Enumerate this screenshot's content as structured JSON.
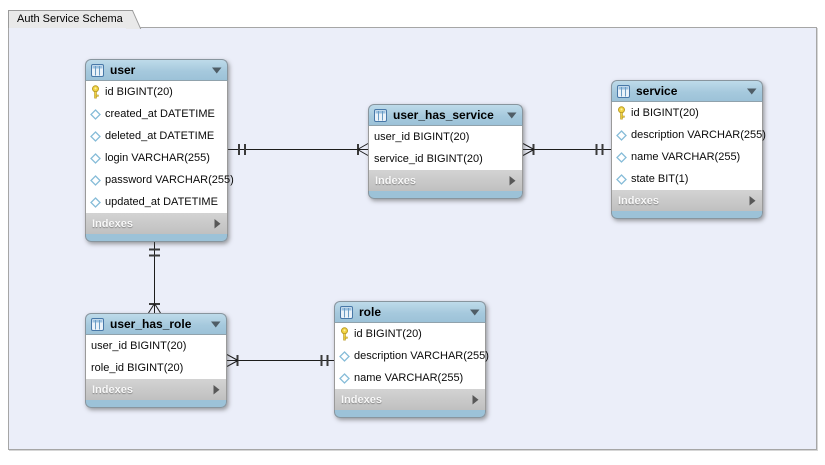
{
  "tab": {
    "label": "Auth Service Schema"
  },
  "tables": [
    {
      "name": "user",
      "columns": [
        {
          "icon": "primary-key",
          "text": "id BIGINT(20)"
        },
        {
          "icon": "column",
          "text": "created_at DATETIME"
        },
        {
          "icon": "column",
          "text": "deleted_at DATETIME"
        },
        {
          "icon": "column",
          "text": "login VARCHAR(255)"
        },
        {
          "icon": "column",
          "text": "password VARCHAR(255)"
        },
        {
          "icon": "column",
          "text": "updated_at DATETIME"
        }
      ],
      "indexes_label": "Indexes"
    },
    {
      "name": "user_has_service",
      "columns": [
        {
          "icon": "none",
          "text": "user_id BIGINT(20)"
        },
        {
          "icon": "none",
          "text": "service_id BIGINT(20)"
        }
      ],
      "indexes_label": "Indexes"
    },
    {
      "name": "service",
      "columns": [
        {
          "icon": "primary-key",
          "text": "id BIGINT(20)"
        },
        {
          "icon": "column",
          "text": "description VARCHAR(255)"
        },
        {
          "icon": "column",
          "text": "name VARCHAR(255)"
        },
        {
          "icon": "column",
          "text": "state BIT(1)"
        }
      ],
      "indexes_label": "Indexes"
    },
    {
      "name": "user_has_role",
      "columns": [
        {
          "icon": "none",
          "text": "user_id BIGINT(20)"
        },
        {
          "icon": "none",
          "text": "role_id BIGINT(20)"
        }
      ],
      "indexes_label": "Indexes"
    },
    {
      "name": "role",
      "columns": [
        {
          "icon": "primary-key",
          "text": "id BIGINT(20)"
        },
        {
          "icon": "column",
          "text": "description VARCHAR(255)"
        },
        {
          "icon": "column",
          "text": "name VARCHAR(255)"
        }
      ],
      "indexes_label": "Indexes"
    }
  ],
  "relationships": [
    {
      "from": "user",
      "to": "user_has_service",
      "cardinality": "one-to-many",
      "one_end": "user",
      "many_end": "user_has_service"
    },
    {
      "from": "service",
      "to": "user_has_service",
      "cardinality": "one-to-many",
      "one_end": "service",
      "many_end": "user_has_service"
    },
    {
      "from": "user",
      "to": "user_has_role",
      "cardinality": "one-to-many",
      "one_end": "user",
      "many_end": "user_has_role"
    },
    {
      "from": "role",
      "to": "user_has_role",
      "cardinality": "one-to-many",
      "one_end": "role",
      "many_end": "user_has_role"
    }
  ],
  "colors": {
    "canvas_bg": "#ebeef9",
    "table_header": "#a6c9dd",
    "indexes_bg": "#c0c0c0",
    "relationship_line": "#1c1c1c",
    "key_icon": "#f2d441",
    "column_icon": "#86bcd8"
  }
}
